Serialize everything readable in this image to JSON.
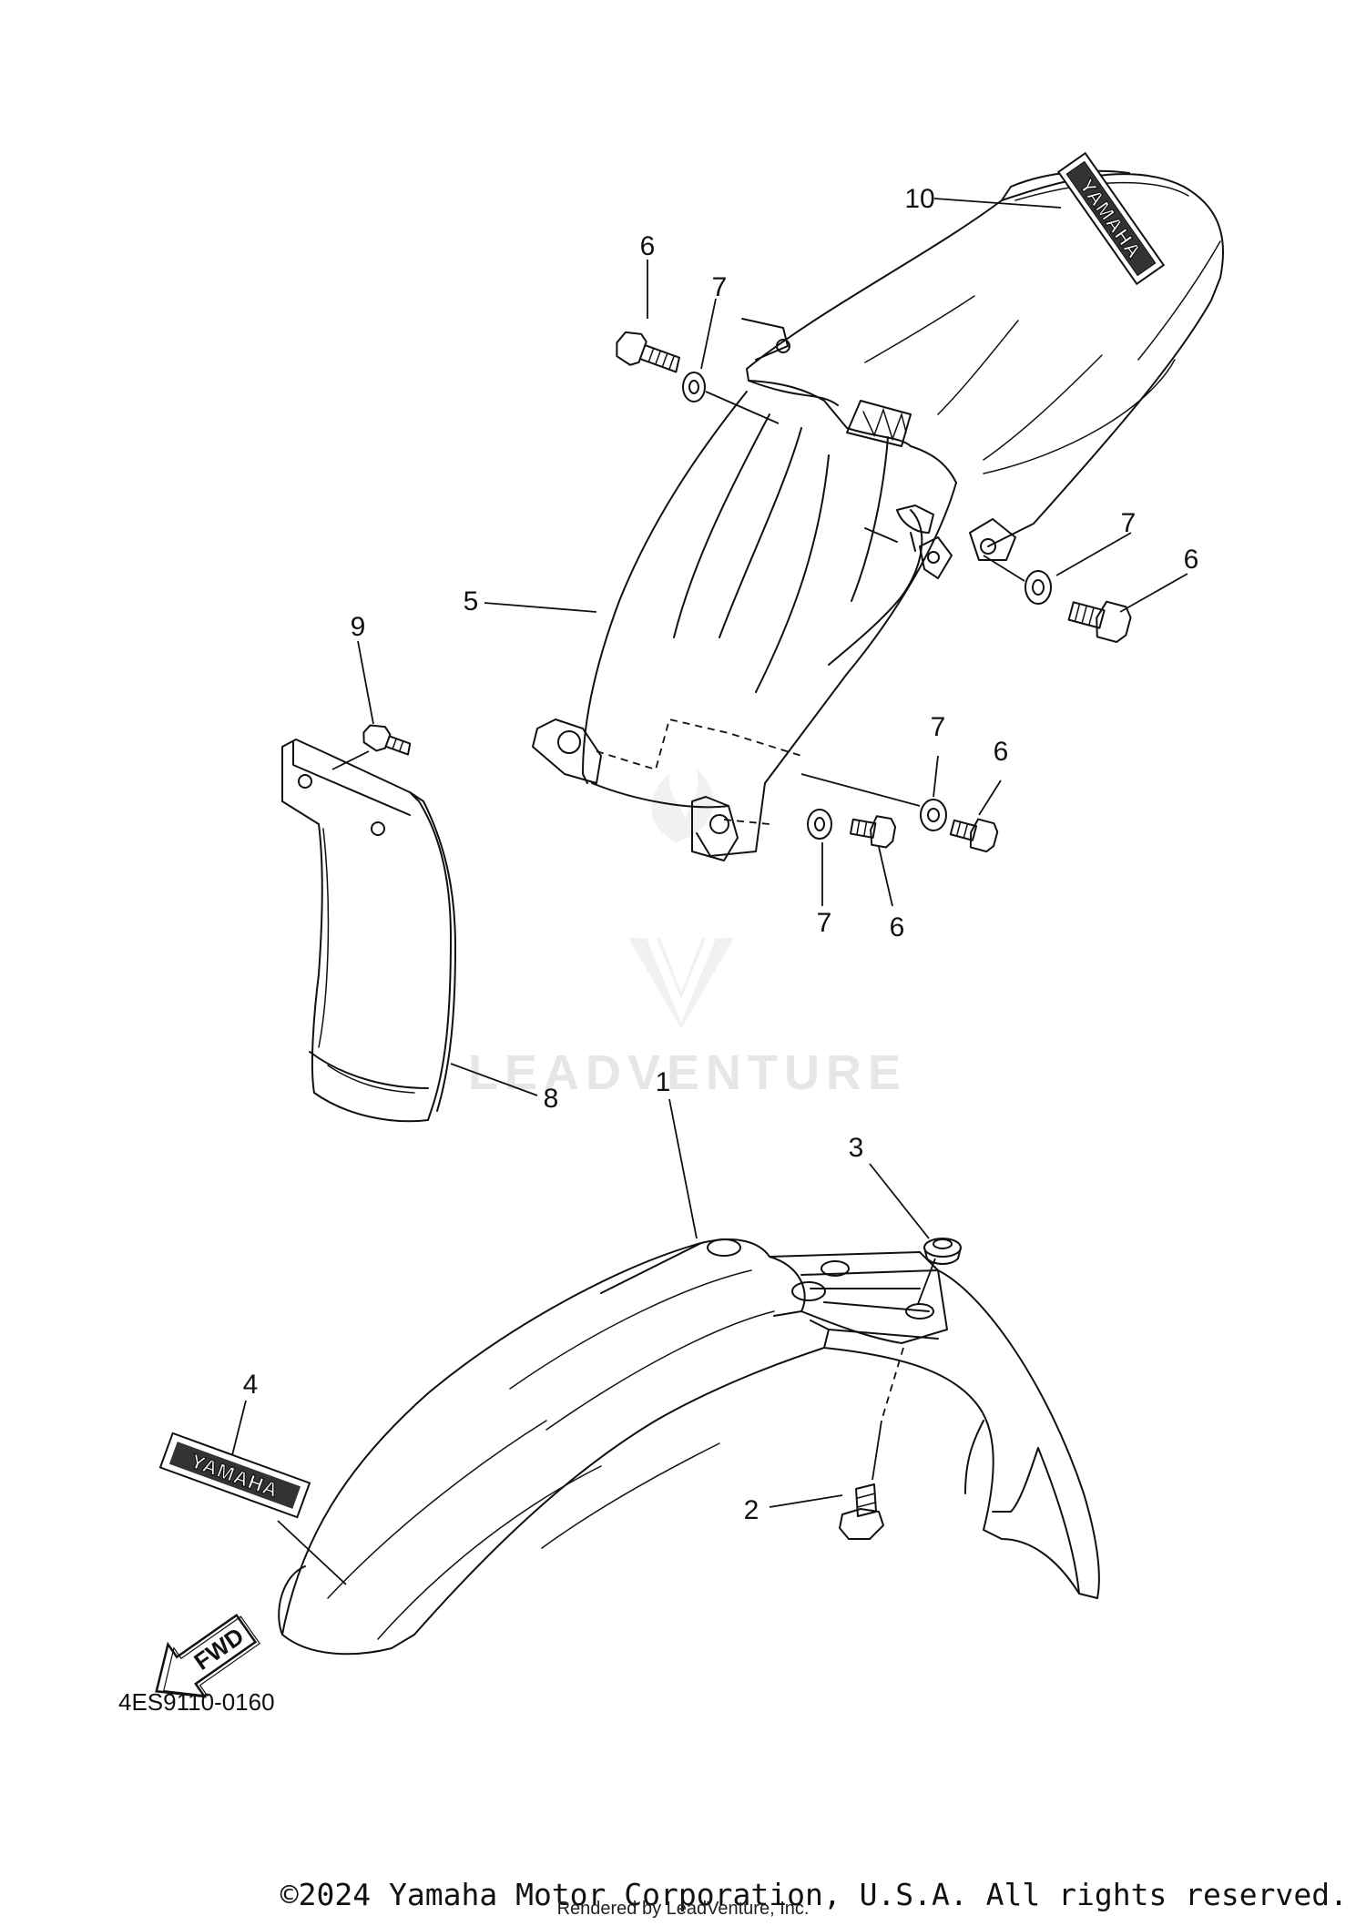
{
  "diagram": {
    "part_code": "4ES9110-0160",
    "fwd_label": "FWD",
    "decal_text": "YAMAHA",
    "watermark": "LEADVENTURE",
    "copyright": "©2024 Yamaha Motor Corporation, U.S.A. All rights reserved.",
    "rendered_by": "Rendered by LeadVenture, Inc.",
    "callouts": {
      "c1": "1",
      "c2": "2",
      "c3": "3",
      "c4": "4",
      "c5": "5",
      "c6a": "6",
      "c6b": "6",
      "c6c": "6",
      "c6d": "6",
      "c7a": "7",
      "c7b": "7",
      "c7c": "7",
      "c7d": "7",
      "c8": "8",
      "c9": "9",
      "c10": "10"
    }
  }
}
